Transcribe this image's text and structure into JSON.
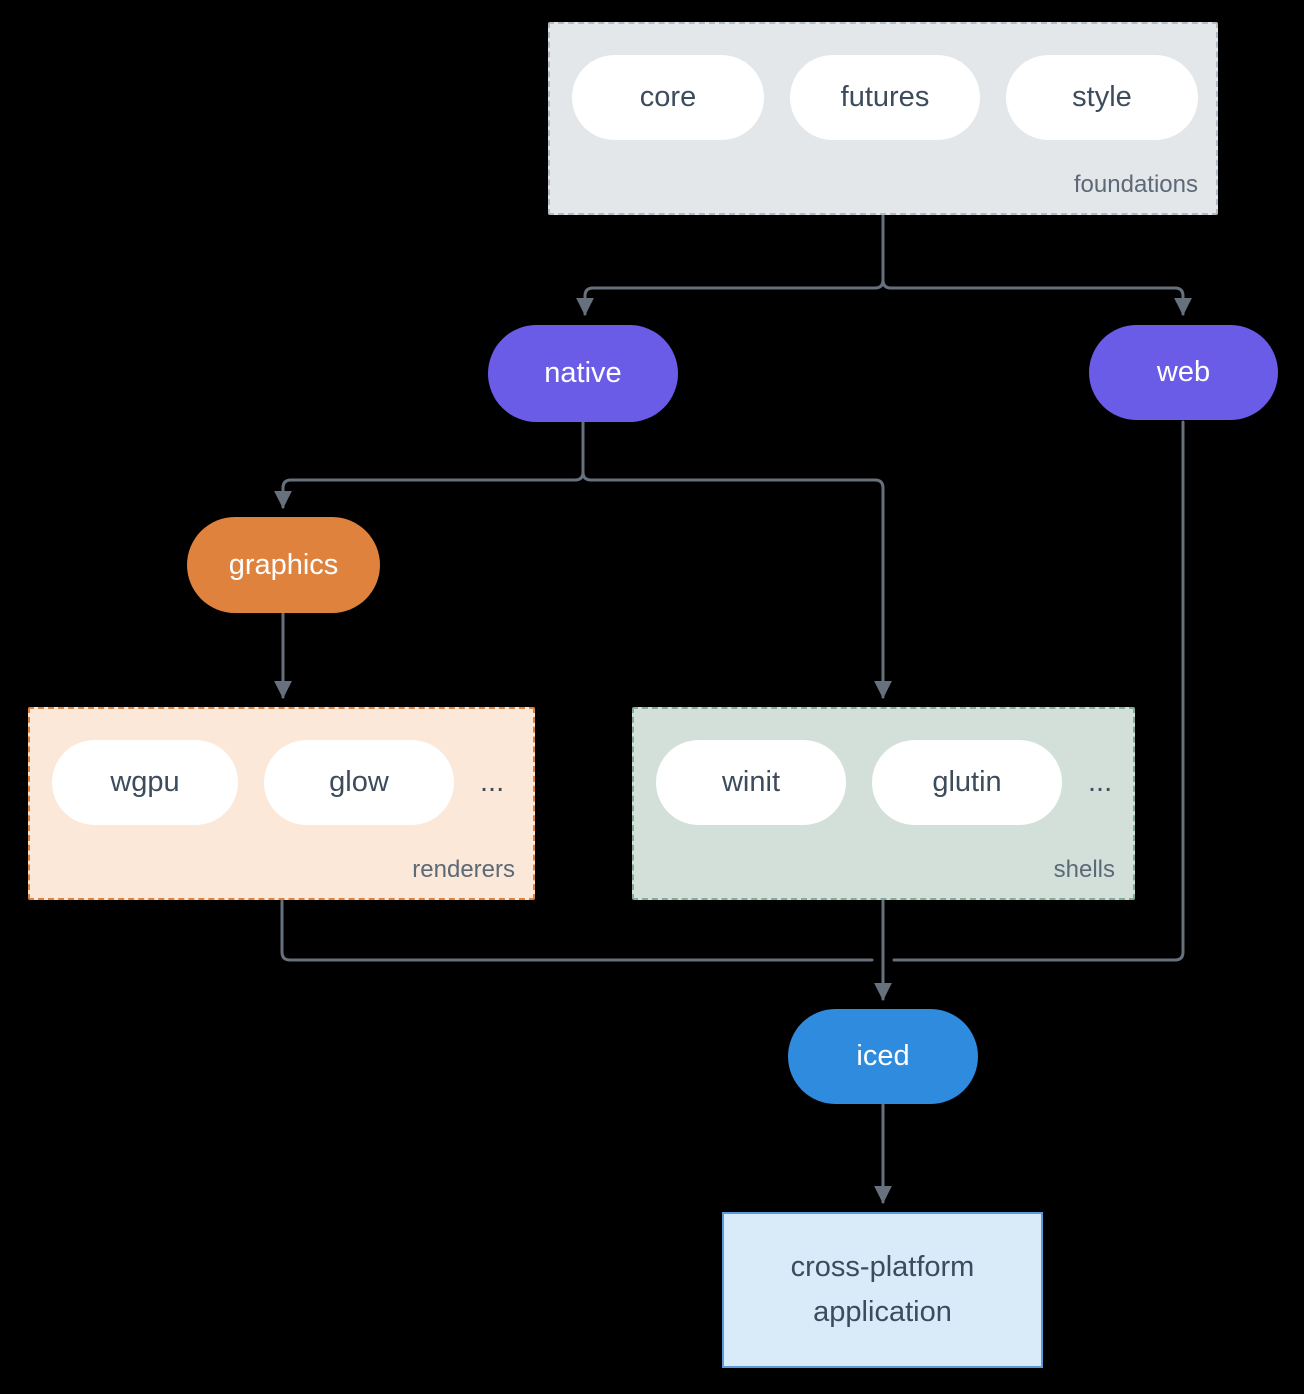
{
  "nodes": {
    "foundations": {
      "group_label": "foundations",
      "pills": [
        {
          "label": "core"
        },
        {
          "label": "futures"
        },
        {
          "label": "style"
        }
      ]
    },
    "native": {
      "label": "native"
    },
    "web": {
      "label": "web"
    },
    "graphics": {
      "label": "graphics"
    },
    "renderers": {
      "group_label": "renderers",
      "pills": [
        {
          "label": "wgpu"
        },
        {
          "label": "glow"
        }
      ],
      "ellipsis": "..."
    },
    "shells": {
      "group_label": "shells",
      "pills": [
        {
          "label": "winit"
        },
        {
          "label": "glutin"
        }
      ],
      "ellipsis": "..."
    },
    "iced": {
      "label": "iced"
    },
    "application": {
      "line1": "cross-platform",
      "line2": "application"
    }
  },
  "colors": {
    "background": "#000000",
    "arrow": "#66717d",
    "foundations_fill": "#e3e7ea",
    "foundations_border": "#b3bcc4",
    "native_web_fill": "#6b5ce8",
    "graphics_fill": "#df823e",
    "renderers_fill": "#fbe8d9",
    "renderers_border": "#df823e",
    "shells_fill": "#d3e0da",
    "shells_border": "#84ab97",
    "iced_fill": "#2f8bdd",
    "application_fill": "#d9eaf9",
    "application_border": "#5a9ad8",
    "pill_fill": "#ffffff",
    "pill_text": "#3d4c5c"
  }
}
